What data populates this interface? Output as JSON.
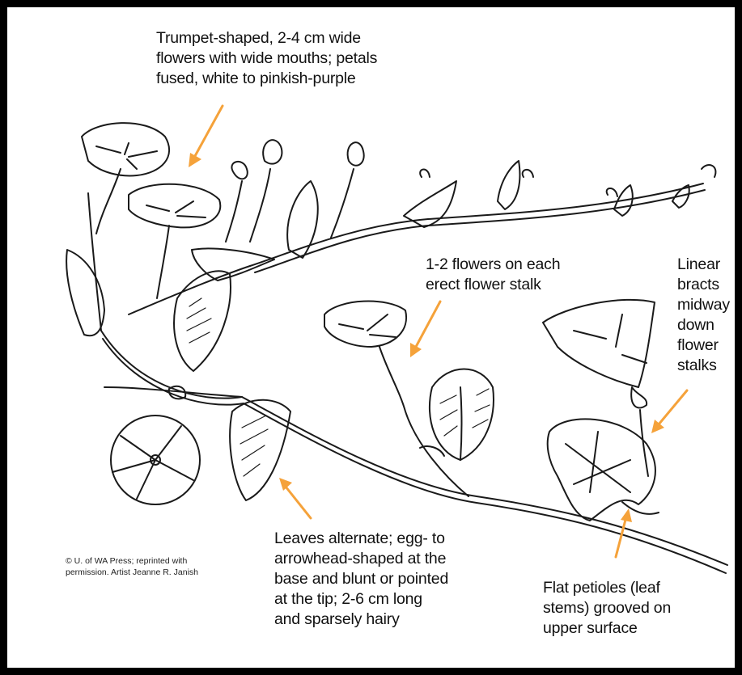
{
  "labels": {
    "flowers": [
      "Trumpet-shaped, 2-4 cm wide",
      "flowers with wide mouths; petals",
      "fused, white to pinkish-purple"
    ],
    "stalk": [
      "1-2 flowers on each",
      "erect flower stalk"
    ],
    "bracts": [
      "Linear",
      "bracts",
      "midway",
      "down",
      "flower",
      "stalks"
    ],
    "leaves": [
      "Leaves alternate; egg- to",
      "arrowhead-shaped at the",
      "base and blunt or pointed",
      "at the tip; 2-6 cm long",
      "and sparsely hairy"
    ],
    "petioles": [
      "Flat petioles (leaf",
      "stems) grooved on",
      "upper surface"
    ]
  },
  "credit": [
    "© U. of WA Press; reprinted with",
    "permission. Artist Jeanne R. Janish"
  ],
  "colors": {
    "arrow": "#F5A23A",
    "ink": "#1a1a1a",
    "frame": "#000000",
    "paper": "#ffffff"
  },
  "icons": [
    "callout-arrow"
  ]
}
